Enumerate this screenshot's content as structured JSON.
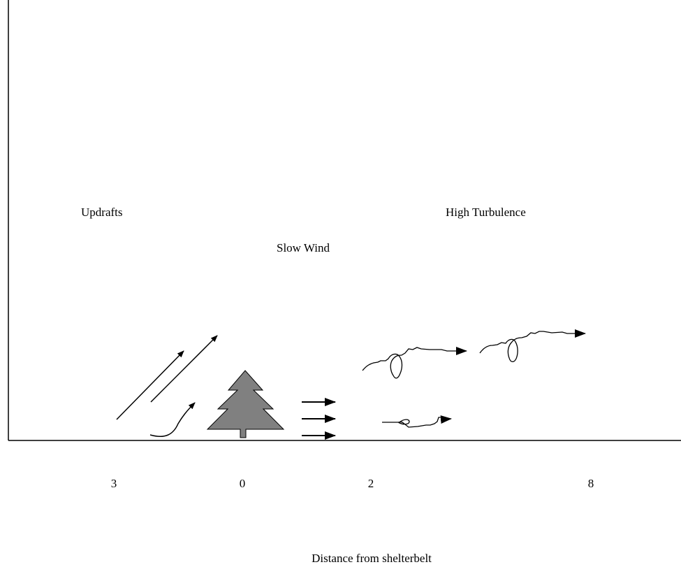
{
  "labels": {
    "updrafts": "Updrafts",
    "slow_wind": "Slow Wind",
    "high_turbulence": "High Turbulence",
    "x_axis_title": "Distance from shelterbelt"
  },
  "ticks": [
    "3",
    "0",
    "2",
    "8"
  ],
  "colors": {
    "tree_fill": "#808080",
    "ink": "#000000"
  },
  "icons": [
    "tree-icon",
    "arrow-icon",
    "turbulent-arrow-icon"
  ]
}
